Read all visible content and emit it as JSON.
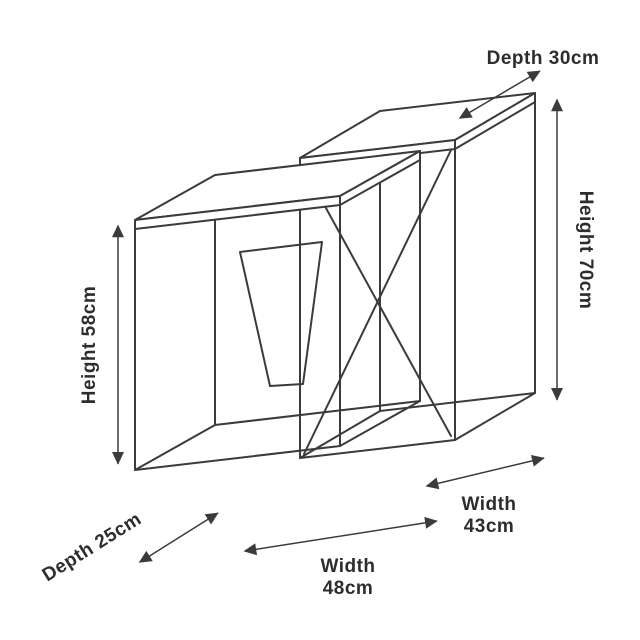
{
  "diagram": {
    "background": "#ffffff",
    "line_color": "#3b3b3b",
    "text_color": "#2d2d2d",
    "labels": {
      "depth_top": "Depth 30cm",
      "height_right": "Height 70cm",
      "height_left": "Height 58cm",
      "depth_bottom_left": "Depth 25cm",
      "width_bottom": {
        "line1": "Width",
        "line2": "48cm"
      },
      "width_bottom_right": {
        "line1": "Width",
        "line2": "43cm"
      }
    },
    "measurements_cm": {
      "tall_table": {
        "height": 70,
        "width": 43,
        "depth": 30
      },
      "short_table": {
        "height": 58,
        "width": 48,
        "depth": 25
      }
    }
  }
}
